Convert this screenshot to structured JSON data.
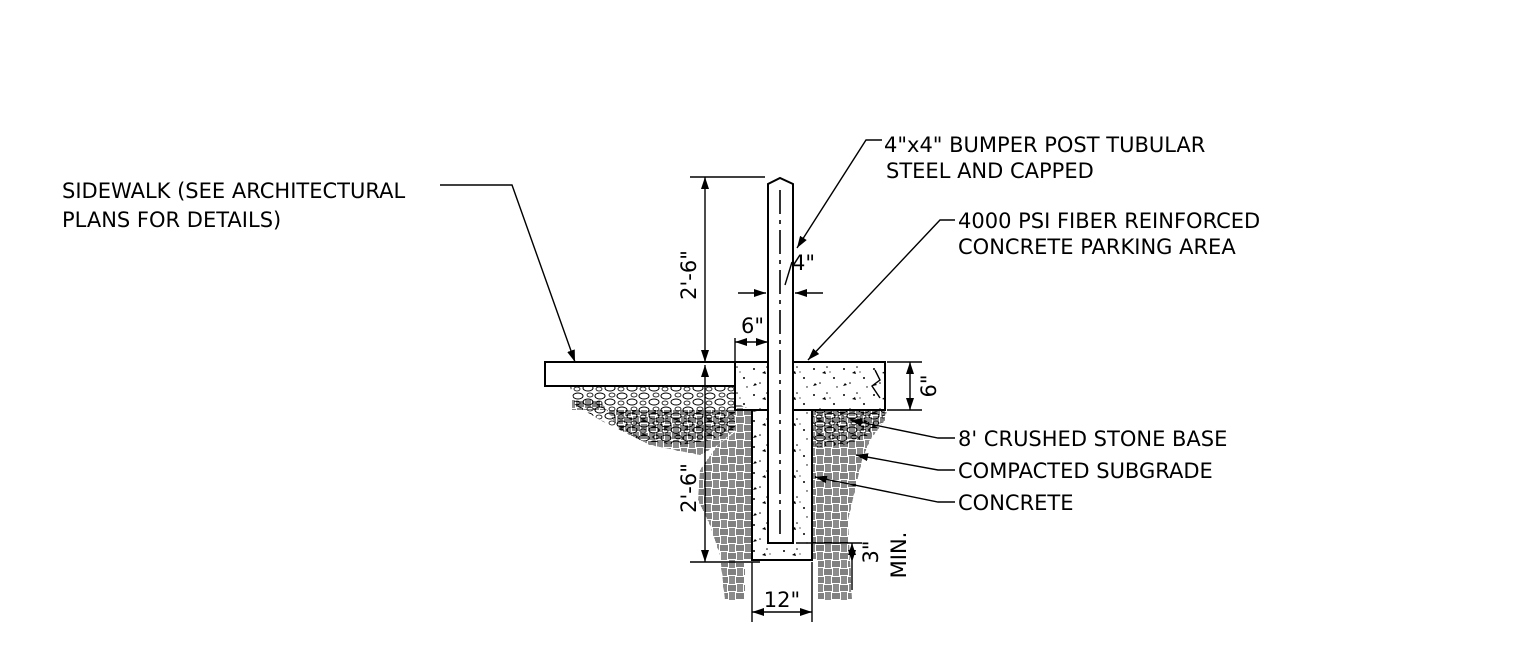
{
  "labels": {
    "sidewalk_1": "SIDEWALK (SEE ARCHITECTURAL",
    "sidewalk_2": "PLANS FOR DETAILS)",
    "post_1": "4\"x4\" BUMPER POST TUBULAR",
    "post_2": "STEEL AND CAPPED",
    "slab_1": "4000 PSI FIBER REINFORCED",
    "slab_2": "CONCRETE PARKING AREA",
    "stone": "8' CRUSHED STONE BASE",
    "subgrade": "COMPACTED SUBGRADE",
    "concrete": "CONCRETE"
  },
  "dimensions": {
    "post_height": "2'-6\"",
    "embed_depth": "2'-6\"",
    "post_width": "4\"",
    "offset": "6\"",
    "slab_thickness": "6\"",
    "bottom_cover": "3\"",
    "bottom_cover_note": "MIN.",
    "footing_width": "12\""
  },
  "colors": {
    "line": "#000000",
    "background": "#ffffff"
  }
}
